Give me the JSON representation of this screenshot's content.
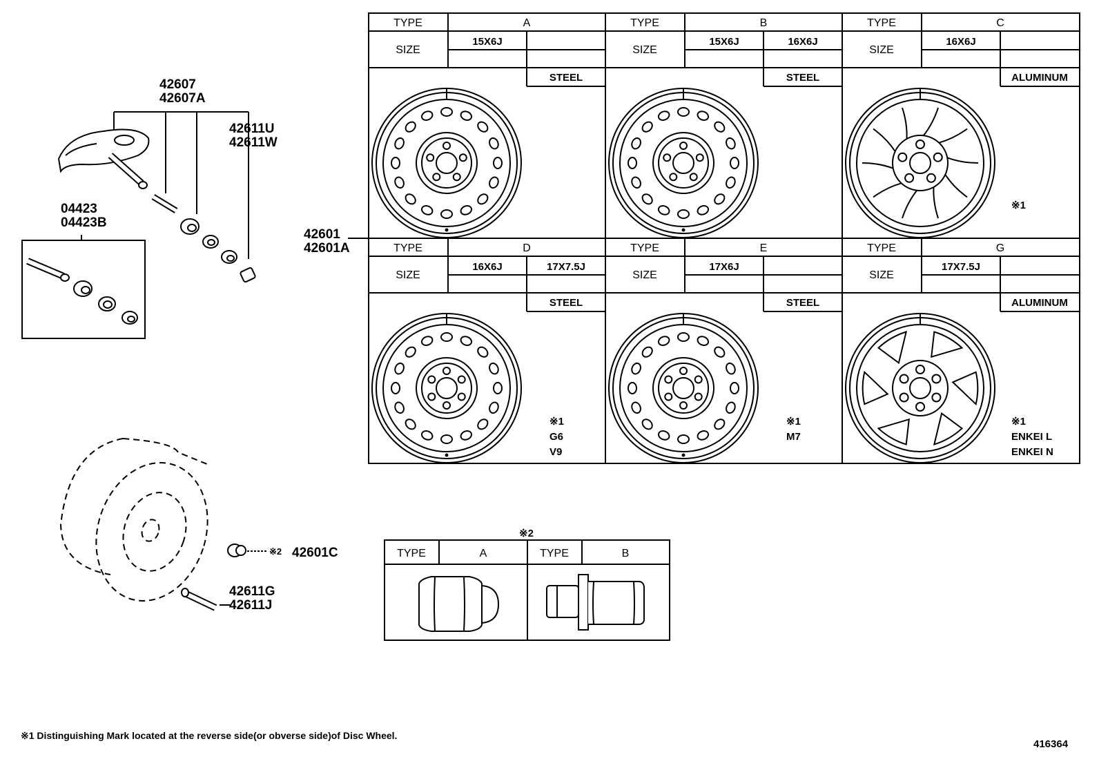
{
  "parts": {
    "p42607": "42607",
    "p42607A": "42607A",
    "p42611U": "42611U",
    "p42611W": "42611W",
    "p04423": "04423",
    "p04423B": "04423B",
    "p42601": "42601",
    "p42601A": "42601A",
    "p42601C": "42601C",
    "p42611G": "42611G",
    "p42611J": "42611J",
    "ref2": "※2"
  },
  "table": {
    "type_label": "TYPE",
    "size_label": "SIZE",
    "cells": [
      {
        "type": "A",
        "sizes": [
          "15X6J",
          ""
        ],
        "material": "STEEL",
        "marks": []
      },
      {
        "type": "B",
        "sizes": [
          "15X6J",
          "16X6J"
        ],
        "material": "STEEL",
        "marks": []
      },
      {
        "type": "C",
        "sizes": [
          "16X6J",
          ""
        ],
        "material": "ALUMINUM",
        "marks": [
          "※1"
        ]
      },
      {
        "type": "D",
        "sizes": [
          "16X6J",
          "17X7.5J"
        ],
        "material": "STEEL",
        "marks": [
          "※1",
          "G6",
          "V9"
        ]
      },
      {
        "type": "E",
        "sizes": [
          "17X6J",
          ""
        ],
        "material": "STEEL",
        "marks": [
          "※1",
          "M7"
        ]
      },
      {
        "type": "G",
        "sizes": [
          "17X7.5J",
          ""
        ],
        "material": "ALUMINUM",
        "marks": [
          "※1",
          "ENKEI L",
          "ENKEI N"
        ]
      }
    ]
  },
  "nut_table": {
    "ref": "※2",
    "type_label": "TYPE",
    "types": [
      "A",
      "B"
    ]
  },
  "footnote": "※1 Distinguishing Mark located at the reverse side(or obverse side)of Disc Wheel.",
  "drawing_code": "416364"
}
